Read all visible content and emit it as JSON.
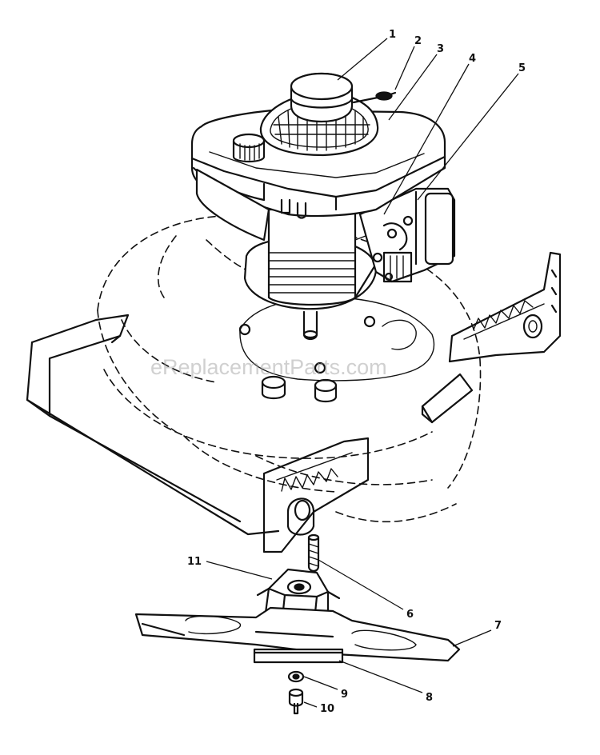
{
  "watermark": "eReplacementParts.com",
  "callouts": [
    {
      "label": "1"
    },
    {
      "label": "2"
    },
    {
      "label": "3"
    },
    {
      "label": "4"
    },
    {
      "label": "5"
    },
    {
      "label": "6"
    },
    {
      "label": "7"
    },
    {
      "label": "8"
    },
    {
      "label": "9"
    },
    {
      "label": "10"
    },
    {
      "label": "11"
    }
  ],
  "colors": {
    "ink": "#111111",
    "paper": "#ffffff",
    "watermark": "#969696"
  }
}
